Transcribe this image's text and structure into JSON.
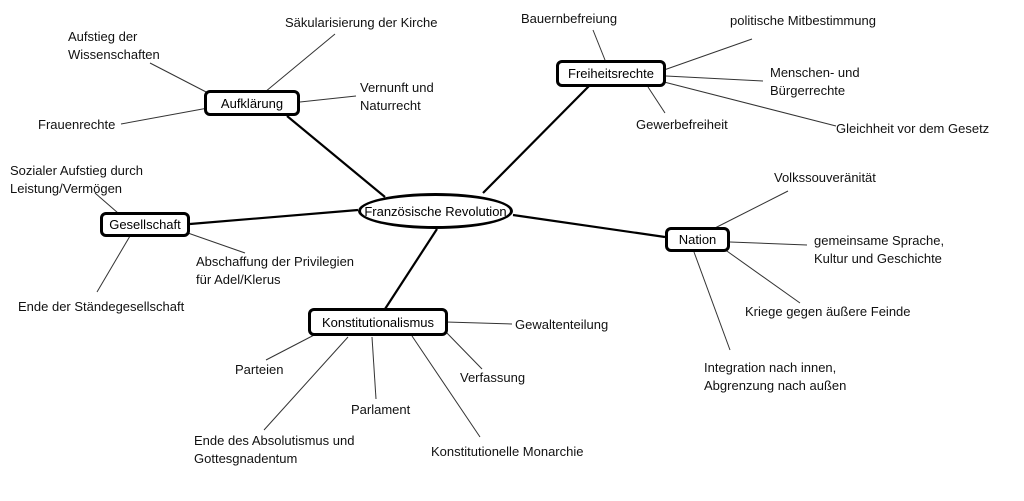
{
  "center": "Französische Revolution",
  "branches": {
    "aufklaerung": {
      "title": "Aufklärung",
      "items": [
        "Aufstieg der\nWissenschaften",
        "Säkularisierung der Kirche",
        "Vernunft und\nNaturrecht",
        "Frauenrechte"
      ]
    },
    "freiheitsrechte": {
      "title": "Freiheitsrechte",
      "items": [
        "Bauernbefreiung",
        "politische Mitbestimmung",
        "Menschen- und\nBürgerrechte",
        "Gewerbefreiheit",
        "Gleichheit vor dem Gesetz"
      ]
    },
    "gesellschaft": {
      "title": "Gesellschaft",
      "items": [
        "Sozialer Aufstieg durch\nLeistung/Vermögen",
        "Abschaffung der Privilegien\nfür Adel/Klerus",
        "Ende der Ständegesellschaft"
      ]
    },
    "nation": {
      "title": "Nation",
      "items": [
        "Volkssouveränität",
        "gemeinsame Sprache,\nKultur und Geschichte",
        "Kriege gegen äußere Feinde",
        "Integration nach innen,\nAbgrenzung nach außen"
      ]
    },
    "konstitutionalismus": {
      "title": "Konstitutionalismus",
      "items": [
        "Gewaltenteilung",
        "Verfassung",
        "Parteien",
        "Parlament",
        "Ende des Absolutismus und\nGottesgnadentum",
        "Konstitutionelle Monarchie"
      ]
    }
  }
}
